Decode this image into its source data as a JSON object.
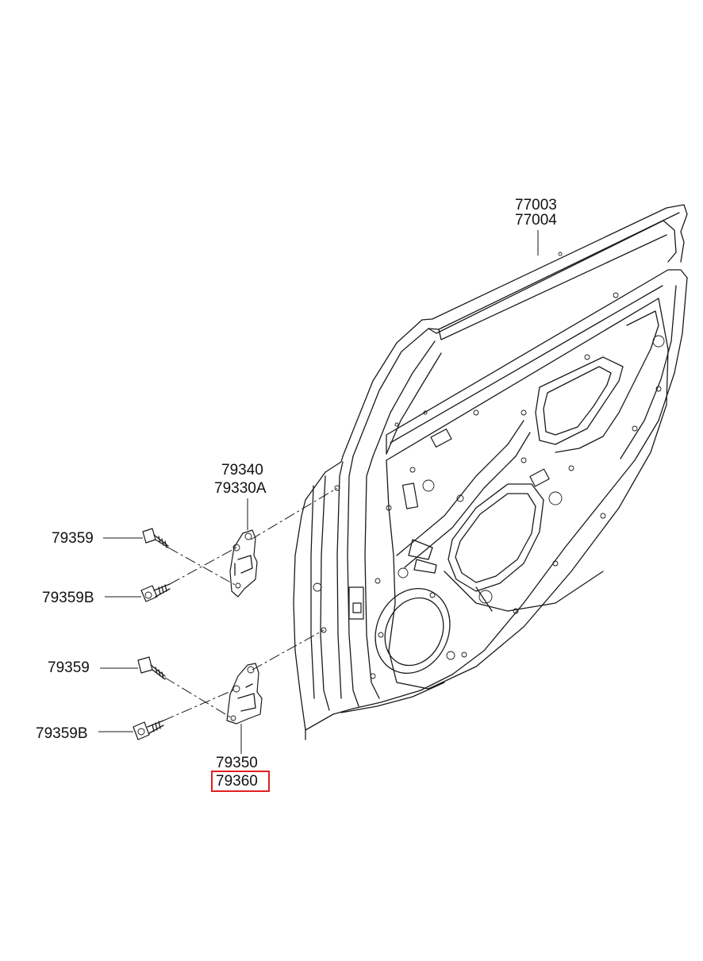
{
  "labels": {
    "door_top_1": "77003",
    "door_top_2": "77004",
    "upper_hinge_1": "79340",
    "upper_hinge_2": "79330A",
    "upper_bolt": "79359",
    "upper_bolt_b": "79359B",
    "lower_bolt": "79359",
    "lower_bolt_b": "79359B",
    "lower_hinge_1": "79350",
    "lower_hinge_2": "79360"
  },
  "highlight": {
    "part": "79360",
    "color": "#e0201f"
  },
  "colors": {
    "line": "#1a1a1a",
    "background": "#ffffff"
  }
}
